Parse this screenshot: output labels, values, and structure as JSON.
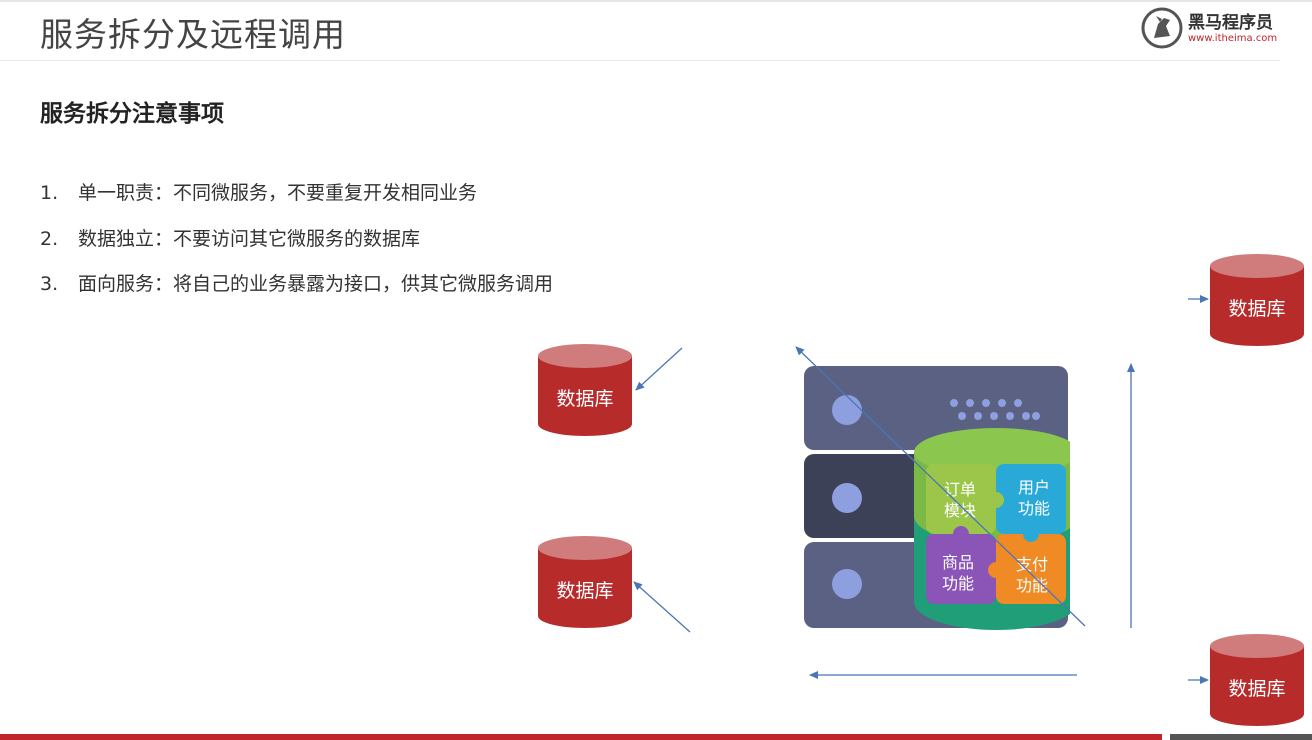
{
  "slide": {
    "title": "服务拆分及远程调用",
    "logo_name": "黑马程序员",
    "logo_url": "www.itheima.com",
    "section_title": "服务拆分注意事项"
  },
  "points": [
    {
      "num": "1.",
      "text": "单一职责：不同微服务，不要重复开发相同业务"
    },
    {
      "num": "2.",
      "text": "数据独立：不要访问其它微服务的数据库"
    },
    {
      "num": "3.",
      "text": "面向服务：将自己的业务暴露为接口，供其它微服务调用"
    }
  ],
  "databases": [
    {
      "label": "数据库"
    },
    {
      "label": "数据库"
    },
    {
      "label": "数据库"
    },
    {
      "label": "数据库"
    }
  ],
  "modules": [
    {
      "line1": "订单",
      "line2": "模块"
    },
    {
      "line1": "用户",
      "line2": "功能"
    },
    {
      "line1": "商品",
      "line2": "功能"
    },
    {
      "line1": "支付",
      "line2": "功能"
    }
  ],
  "colors": {
    "brand_red": "#c0252b",
    "db_red": "#b82b2b",
    "db_top": "#d07c7c",
    "arrow": "#4a76b5",
    "server_light": "#5b6183",
    "server_dark": "#3d4157",
    "green_ring": "#7cb846",
    "teal_ring": "#1f9e78"
  }
}
